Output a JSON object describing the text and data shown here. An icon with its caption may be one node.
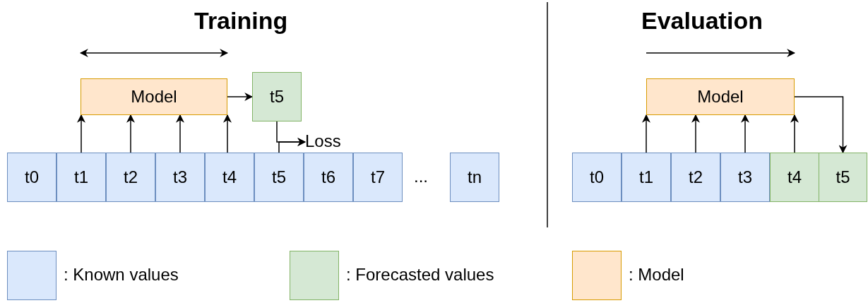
{
  "diagram": {
    "nodes": [
      {
        "text": [
          "Model"
        ]
      },
      {
        "text": [
          "t5"
        ]
      },
      {
        "text": [
          "t0"
        ]
      },
      {
        "text": [
          "t1"
        ]
      },
      {
        "text": [
          "t2"
        ]
      },
      {
        "text": [
          "t3"
        ]
      },
      {
        "text": [
          "t4"
        ]
      },
      {
        "text": [
          "t5"
        ]
      },
      {
        "text": [
          "t6"
        ]
      },
      {
        "text": [
          "t7"
        ]
      },
      {
        "text": [
          "tn"
        ]
      },
      {
        "text": [
          "Loss"
        ]
      },
      {
        "text": [
          "Model"
        ]
      },
      {
        "text": [
          "t0"
        ]
      },
      {
        "text": [
          "t1"
        ]
      },
      {
        "text": [
          "t2"
        ]
      },
      {
        "text": [
          "t3"
        ]
      },
      {
        "text": [
          "t4"
        ]
      },
      {
        "text": [
          "t5"
        ]
      }
    ],
    "edges": [
      {
        "from": 3,
        "to": 0,
        "arrow": "to"
      },
      {
        "from": 4,
        "to": 0,
        "arrow": "to"
      },
      {
        "from": 5,
        "to": 0,
        "arrow": "to"
      },
      {
        "from": 6,
        "to": 0,
        "arrow": "to"
      },
      {
        "from": 0,
        "to": 1,
        "arrow": "to"
      },
      {
        "from": 1,
        "to": 11,
        "arrow": "to"
      },
      {
        "from": 7,
        "to": 11,
        "arrow": "to"
      },
      {
        "from": 14,
        "to": 12,
        "arrow": "to"
      },
      {
        "from": 15,
        "to": 12,
        "arrow": "to"
      },
      {
        "from": 16,
        "to": 12,
        "arrow": "to"
      },
      {
        "from": 17,
        "to": 12,
        "arrow": "to"
      },
      {
        "from": 12,
        "to": 18,
        "arrow": "to"
      }
    ],
    "labels": [
      "Training",
      "Evaluation",
      "..."
    ],
    "legend": [
      {
        "text": ": Known values",
        "color": "#dae8fc"
      },
      {
        "text": ": Forecasted values",
        "color": "#d5e8d4"
      },
      {
        "text": ": Model",
        "color": "#ffe6cc"
      }
    ]
  }
}
